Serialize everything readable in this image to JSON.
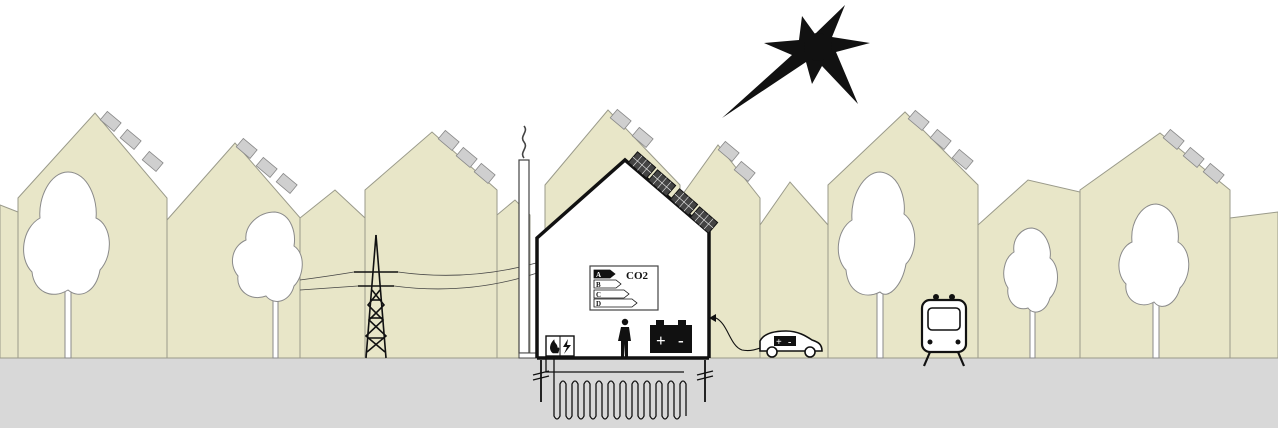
{
  "diagram": {
    "energy_label": {
      "co2_text": "CO2",
      "ratings": [
        {
          "letter": "A",
          "color": "#111111"
        },
        {
          "letter": "B",
          "color": "#ffffff"
        },
        {
          "letter": "C",
          "color": "#ffffff"
        },
        {
          "letter": "D",
          "color": "#ffffff"
        }
      ]
    },
    "battery": {
      "plus": "+",
      "minus": "-"
    },
    "car_battery": {
      "plus": "+",
      "minus": "-"
    },
    "colors": {
      "houses_fill": "#e8e6c8",
      "houses_stroke": "#9a9a8a",
      "ground": "#d8d8d8",
      "main_house_fill": "#ffffff",
      "ink": "#111111"
    }
  }
}
